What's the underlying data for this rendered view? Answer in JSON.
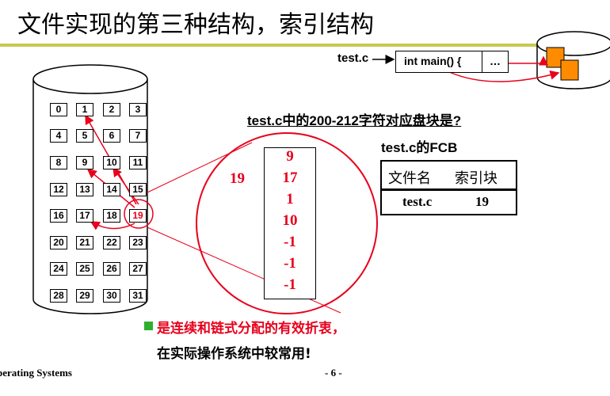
{
  "title": "文件实现的第三种结构，索引结构",
  "disk_blocks": [
    "0",
    "1",
    "2",
    "3",
    "4",
    "5",
    "6",
    "7",
    "8",
    "9",
    "10",
    "11",
    "12",
    "13",
    "14",
    "15",
    "16",
    "17",
    "18",
    "19",
    "20",
    "21",
    "22",
    "23",
    "24",
    "25",
    "26",
    "27",
    "28",
    "29",
    "30",
    "31"
  ],
  "highlight_block": "19",
  "zoom": {
    "block_label": "19",
    "entries": [
      "9",
      "17",
      "1",
      "10",
      "-1",
      "-1",
      "-1"
    ]
  },
  "file": {
    "name_label": "test.c",
    "content": "int main() {",
    "ellipsis": "…"
  },
  "question": "test.c中的200-212字符对应盘块是?",
  "fcb": {
    "title": "test.c的FCB",
    "headers": [
      "文件名",
      "索引块"
    ],
    "row": [
      "test.c",
      "19"
    ]
  },
  "bullet": {
    "line1": "是连续和链式分配的有效折衷，",
    "line2": "在实际操作系统中较常用!"
  },
  "footer": {
    "left": "perating Systems",
    "page": "- 6 -"
  },
  "colors": {
    "accent_red": "#e8001c",
    "title_rule": "#c8c850",
    "bullet_green": "#2eaf2e",
    "disk_icon_orange": "#ff8c00"
  }
}
